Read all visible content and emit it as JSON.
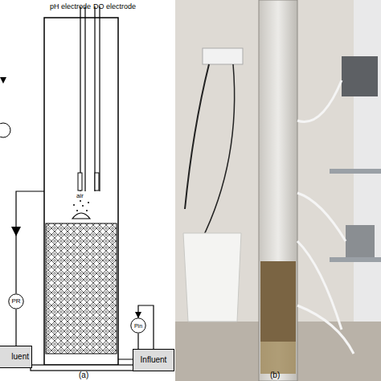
{
  "diagram": {
    "nodes": [
      {
        "text": [
          "PR"
        ]
      },
      {
        "text": [
          "Pin"
        ]
      },
      {
        "text": [
          "luent"
        ]
      },
      {
        "text": [
          "Influent"
        ]
      }
    ],
    "edges": [
      {
        "from": 0,
        "to": 2,
        "arrow": "none"
      },
      {
        "from": 3,
        "to": 1,
        "arrow": "to"
      }
    ],
    "labels": [
      "pH electrode",
      "DO electrode",
      "air",
      "(a)",
      "(b)"
    ]
  }
}
